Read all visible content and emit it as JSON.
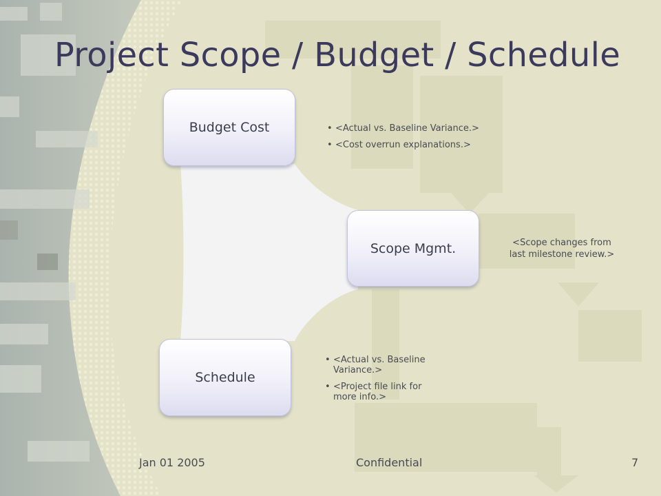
{
  "slide": {
    "title": "Project Scope / Budget / Schedule",
    "nodes": {
      "budget": "Budget Cost",
      "scope": "Scope Mgmt.",
      "schedule": "Schedule"
    },
    "budget_bullets": [
      "<Actual vs. Baseline Variance.>",
      "<Cost overrun explanations.>"
    ],
    "scope_note": [
      "<Scope changes from",
      "last milestone review.>"
    ],
    "schedule_bullets": [
      "<Actual vs. Baseline Variance.>",
      "<Project file link for more info.>"
    ],
    "footer": {
      "date": "Jan 01 2005",
      "center": "Confidential",
      "page": "7"
    }
  },
  "colors": {
    "background": "#e4e3c9",
    "title": "#3b3a5c",
    "node_border": "#c3c2dc",
    "connector_fill": "#f3f3f3",
    "left_band": "#b9c0b7"
  }
}
